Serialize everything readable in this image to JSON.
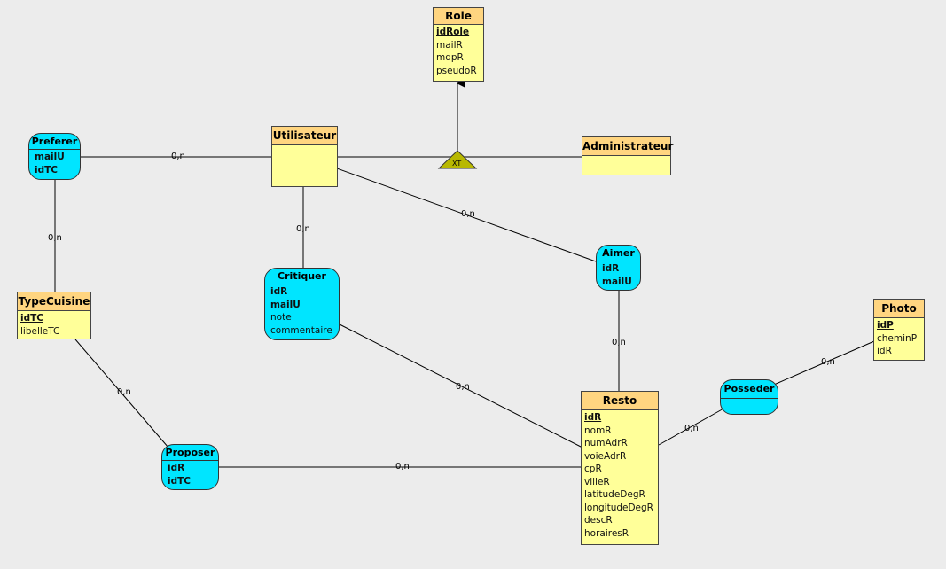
{
  "entities": {
    "role": {
      "name": "Role",
      "attrs": [
        "idRole",
        "mailR",
        "mdpR",
        "pseudoR"
      ]
    },
    "utilisateur": {
      "name": "Utilisateur",
      "attrs": []
    },
    "administrateur": {
      "name": "Administrateur",
      "attrs": []
    },
    "typecuisine": {
      "name": "TypeCuisine",
      "attrs": [
        "idTC",
        "libelleTC"
      ]
    },
    "photo": {
      "name": "Photo",
      "attrs": [
        "idP",
        "cheminP",
        "idR"
      ]
    },
    "resto": {
      "name": "Resto",
      "attrs": [
        "idR",
        "nomR",
        "numAdrR",
        "voieAdrR",
        "cpR",
        "villeR",
        "latitudeDegR",
        "longitudeDegR",
        "descR",
        "horairesR"
      ]
    }
  },
  "associations": {
    "preferer": {
      "name": "Preferer",
      "attrs": [
        "mailU",
        "idTC"
      ]
    },
    "critiquer": {
      "name": "Critiquer",
      "attrs": [
        "idR",
        "mailU",
        "note",
        "commentaire"
      ]
    },
    "aimer": {
      "name": "Aimer",
      "attrs": [
        "idR",
        "mailU"
      ]
    },
    "proposer": {
      "name": "Proposer",
      "attrs": [
        "idR",
        "idTC"
      ]
    },
    "posseder": {
      "name": "Posseder",
      "attrs": []
    }
  },
  "inheritance": {
    "label": "XT"
  },
  "cardinalities": {
    "preferer_utilisateur": "0,n",
    "preferer_typecuisine": "0,n",
    "utilisateur_critiquer": "0,n",
    "utilisateur_aimer": "0,n",
    "aimer_resto": "0,n",
    "critiquer_resto": "0,n",
    "typecuisine_proposer": "0,n",
    "proposer_resto": "0,n",
    "resto_posseder": "0,n",
    "posseder_photo": "0,n"
  },
  "colors": {
    "entity_fill": "#ffff99",
    "entity_header": "#ffd580",
    "association_fill": "#00e5ff",
    "inheritance_triangle": "#b8b800",
    "background": "#ececec"
  }
}
